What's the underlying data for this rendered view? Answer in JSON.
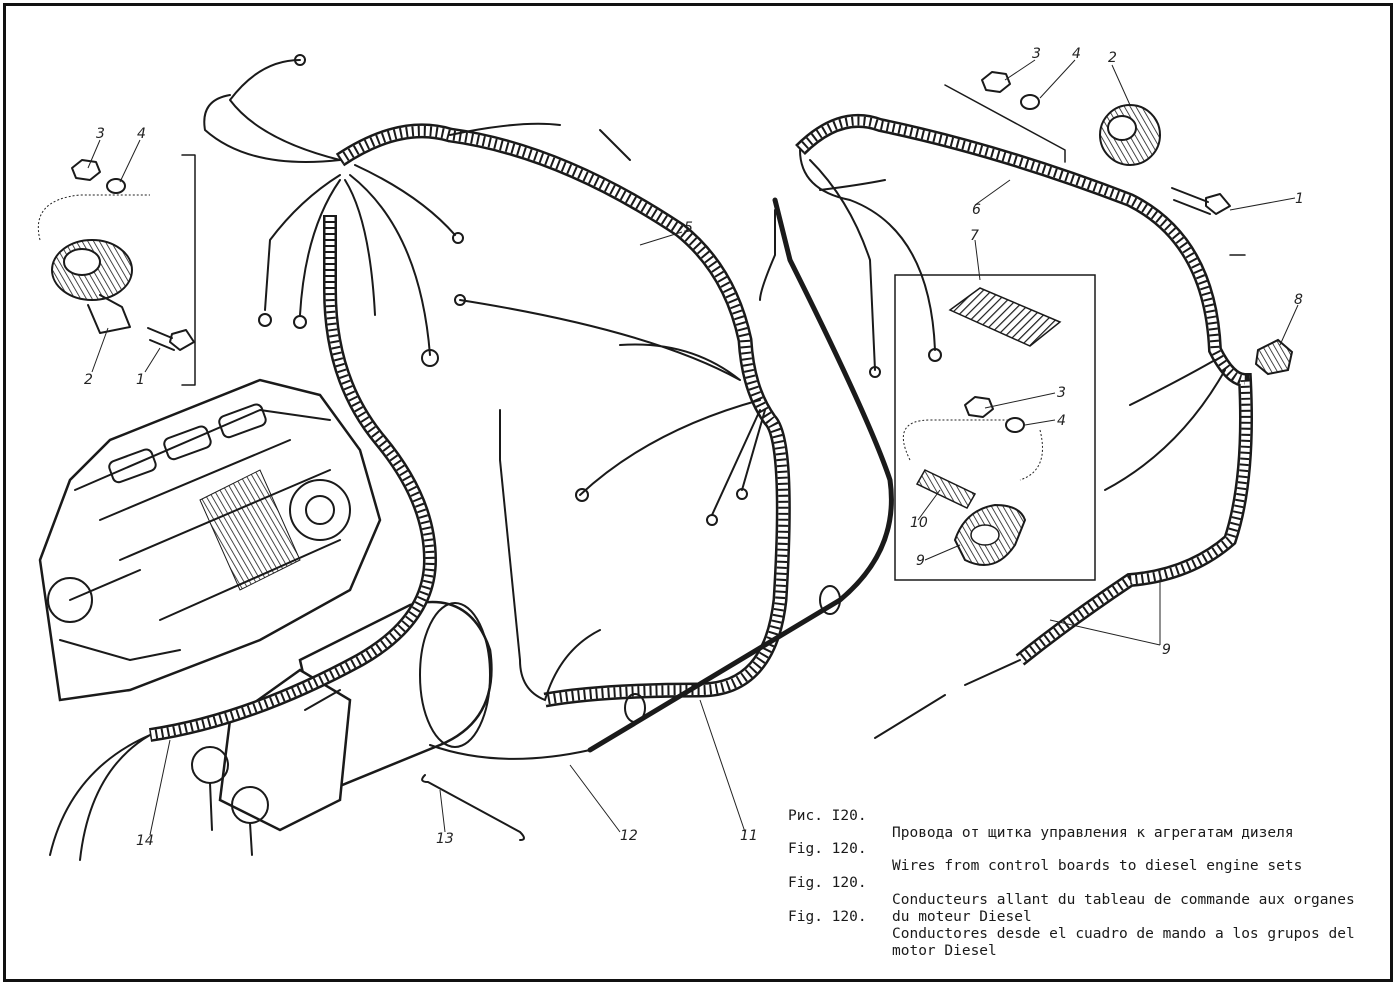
{
  "callouts": {
    "left_group": [
      "3",
      "4",
      "2",
      "1"
    ],
    "right_group": [
      "3",
      "4",
      "2",
      "1"
    ],
    "main": [
      "5",
      "6",
      "7",
      "8",
      "3",
      "4",
      "10",
      "9",
      "9",
      "14",
      "13",
      "12",
      "11"
    ]
  },
  "caption": {
    "lines": [
      {
        "label": "Рис. I20.",
        "text": "Провода от щитка управления к агрегатам дизеля"
      },
      {
        "label": "Fig. 120.",
        "text": "Wires from control boards to diesel engine sets"
      },
      {
        "label": "Fig. 120.",
        "text": "Conducteurs allant du tableau de commande aux organes du moteur Diesel"
      },
      {
        "label": "Fig. 120.",
        "text": "Conductores desde el cuadro de mando a los grupos del motor Diesel"
      }
    ]
  },
  "colors": {
    "ink": "#1a1a1a",
    "paper": "#ffffff"
  }
}
